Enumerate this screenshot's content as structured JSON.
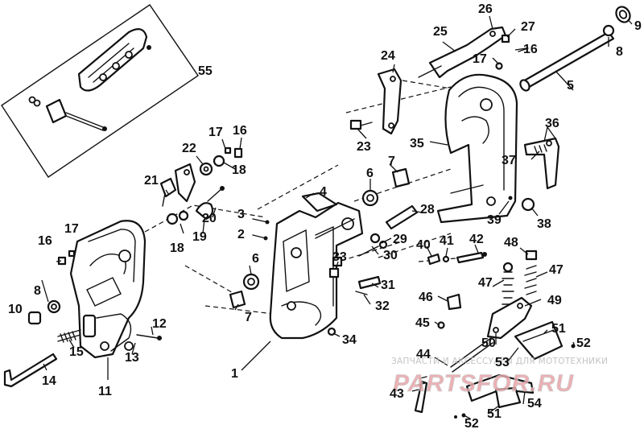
{
  "watermark": {
    "line1": "ЗАПЧАСТИ И АКСЕССУАРЫ ДЛЯ МОТОТЕХНИКИ",
    "line2": "PARTSFOR.RU",
    "color_main": "#e8a3a8",
    "color_secondary": "#c9c9c9"
  },
  "colors": {
    "ink": "#111111",
    "paper": "#ffffff"
  },
  "callouts": {
    "c1": "1",
    "c2": "2",
    "c3": "3",
    "c4": "4",
    "c5": "5",
    "c6a": "6",
    "c6b": "6",
    "c7a": "7",
    "c7b": "7",
    "c8a": "8",
    "c8b": "8",
    "c9": "9",
    "c10": "10",
    "c11": "11",
    "c12": "12",
    "c13": "13",
    "c14": "14",
    "c15": "15",
    "c16a": "16",
    "c16b": "16",
    "c16c": "16",
    "c17a": "17",
    "c17b": "17",
    "c17c": "17",
    "c18a": "18",
    "c18b": "18",
    "c19": "19",
    "c20": "20",
    "c21": "21",
    "c22": "22",
    "c23": "23",
    "c24": "24",
    "c25": "25",
    "c26": "26",
    "c27": "27",
    "c28": "28",
    "c29": "29",
    "c30": "30",
    "c31": "31",
    "c32": "32",
    "c33": "33",
    "c34": "34",
    "c35": "35",
    "c36": "36",
    "c37": "37",
    "c38": "38",
    "c39": "39",
    "c40": "40",
    "c41": "41",
    "c42": "42",
    "c43": "43",
    "c44": "44",
    "c45": "45",
    "c46": "46",
    "c47a": "47",
    "c47b": "47",
    "c48": "48",
    "c49": "49",
    "c50": "50",
    "c51a": "51",
    "c51b": "51",
    "c52a": "52",
    "c52b": "52",
    "c53": "53",
    "c54": "54",
    "c55": "55"
  }
}
